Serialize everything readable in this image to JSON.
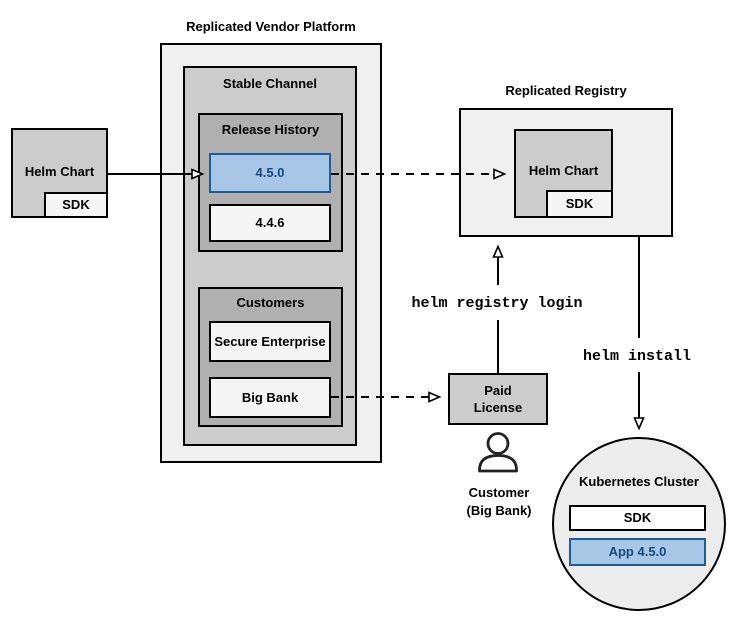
{
  "diagram": {
    "vendor_platform": {
      "title": "Replicated Vendor Platform",
      "stable_channel": {
        "title": "Stable Channel",
        "release_history": {
          "title": "Release History",
          "releases": [
            {
              "version": "4.5.0",
              "highlighted": true
            },
            {
              "version": "4.4.6",
              "highlighted": false
            }
          ]
        },
        "customers": {
          "title": "Customers",
          "items": [
            {
              "name": "Secure Enterprise"
            },
            {
              "name": "Big Bank"
            }
          ]
        }
      }
    },
    "source_chart": {
      "label": "Helm Chart",
      "sdk": "SDK"
    },
    "registry": {
      "title": "Replicated Registry",
      "chart_label": "Helm Chart",
      "sdk": "SDK"
    },
    "license": {
      "label": "Paid License"
    },
    "customer": {
      "line1": "Customer",
      "line2": "(Big Bank)"
    },
    "cluster": {
      "title": "Kubernetes Cluster",
      "sdk": "SDK",
      "app": "App 4.5.0"
    },
    "commands": {
      "registry_login": "helm registry login",
      "install": "helm install"
    },
    "colors": {
      "highlight_fill": "#a8c7e7",
      "highlight_border": "#1c5c99",
      "highlight_text": "#15497e",
      "container_lightest": "#f0f0f0",
      "container_mid": "#cccccc",
      "container_dark": "#b0b0b0",
      "item_light": "#f5f5f5",
      "stroke": "#000000"
    }
  }
}
